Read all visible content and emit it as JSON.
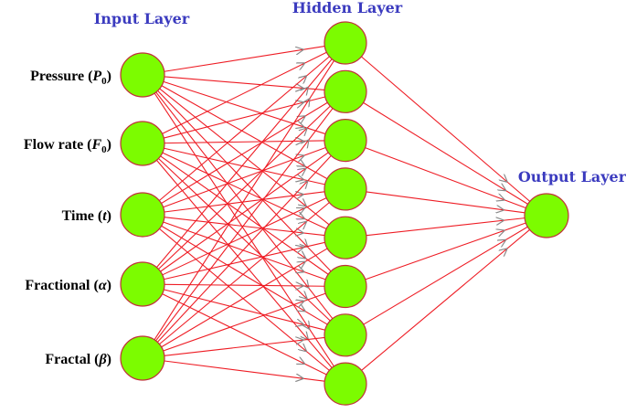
{
  "titles": {
    "input": "Input Layer",
    "hidden": "Hidden Layer",
    "output": "Output Layer"
  },
  "inputs": [
    {
      "name": "Pressure",
      "symbol": "P",
      "sub": "0"
    },
    {
      "name": "Flow rate",
      "symbol": "F",
      "sub": "0"
    },
    {
      "name": "Time",
      "symbol": "t",
      "sub": ""
    },
    {
      "name": "Fractional",
      "symbol": "α",
      "sub": ""
    },
    {
      "name": "Fractal",
      "symbol": "β",
      "sub": ""
    }
  ],
  "hidden_node_count": 8,
  "output_node_count": 1,
  "colors": {
    "node_fill": "#7cfc00",
    "node_stroke": "#c0303a",
    "edge": "#ee1c24",
    "arrow": "#888888",
    "title": "#3b3bbf",
    "label": "#000000"
  }
}
